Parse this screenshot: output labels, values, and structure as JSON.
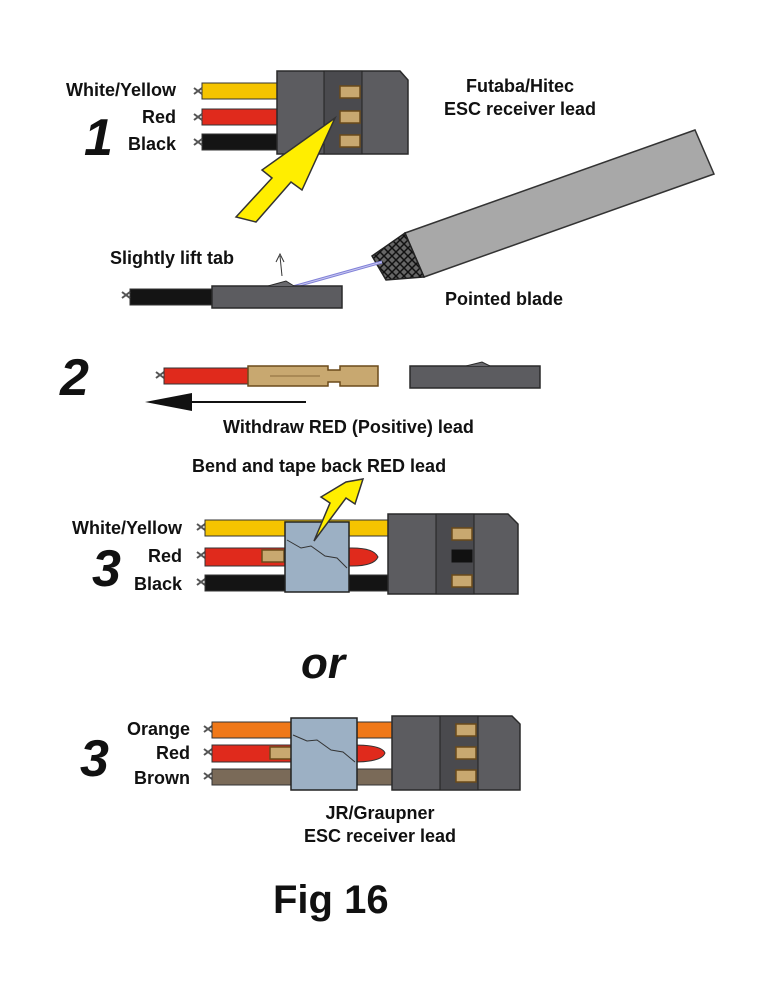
{
  "step1": {
    "number": "1",
    "wire_labels": [
      "White/Yellow",
      "Red",
      "Black"
    ],
    "connector_title_line1": "Futaba/Hitec",
    "connector_title_line2": "ESC receiver lead",
    "lift_tab_label": "Slightly lift tab",
    "blade_label": "Pointed blade"
  },
  "step2": {
    "number": "2",
    "withdraw_label": "Withdraw RED (Positive) lead"
  },
  "step3a": {
    "bend_label": "Bend and tape back RED lead",
    "number": "3",
    "wire_labels": [
      "White/Yellow",
      "Red",
      "Black"
    ]
  },
  "or_label": "or",
  "step3b": {
    "number": "3",
    "wire_labels": [
      "Orange",
      "Red",
      "Brown"
    ],
    "connector_title_line1": "JR/Graupner",
    "connector_title_line2": "ESC receiver lead"
  },
  "figure_title": "Fig 16",
  "colors": {
    "wire_yellow": "#f5c400",
    "wire_red": "#e02a1c",
    "wire_black": "#141414",
    "wire_orange": "#f07818",
    "wire_brown": "#7a6a58",
    "connector": "#5c5c60",
    "terminal_brass": "#c8a870",
    "tape": "#9cb0c4",
    "arrow_yellow": "#ffee00",
    "blade_handle": "#a8a8a8"
  }
}
